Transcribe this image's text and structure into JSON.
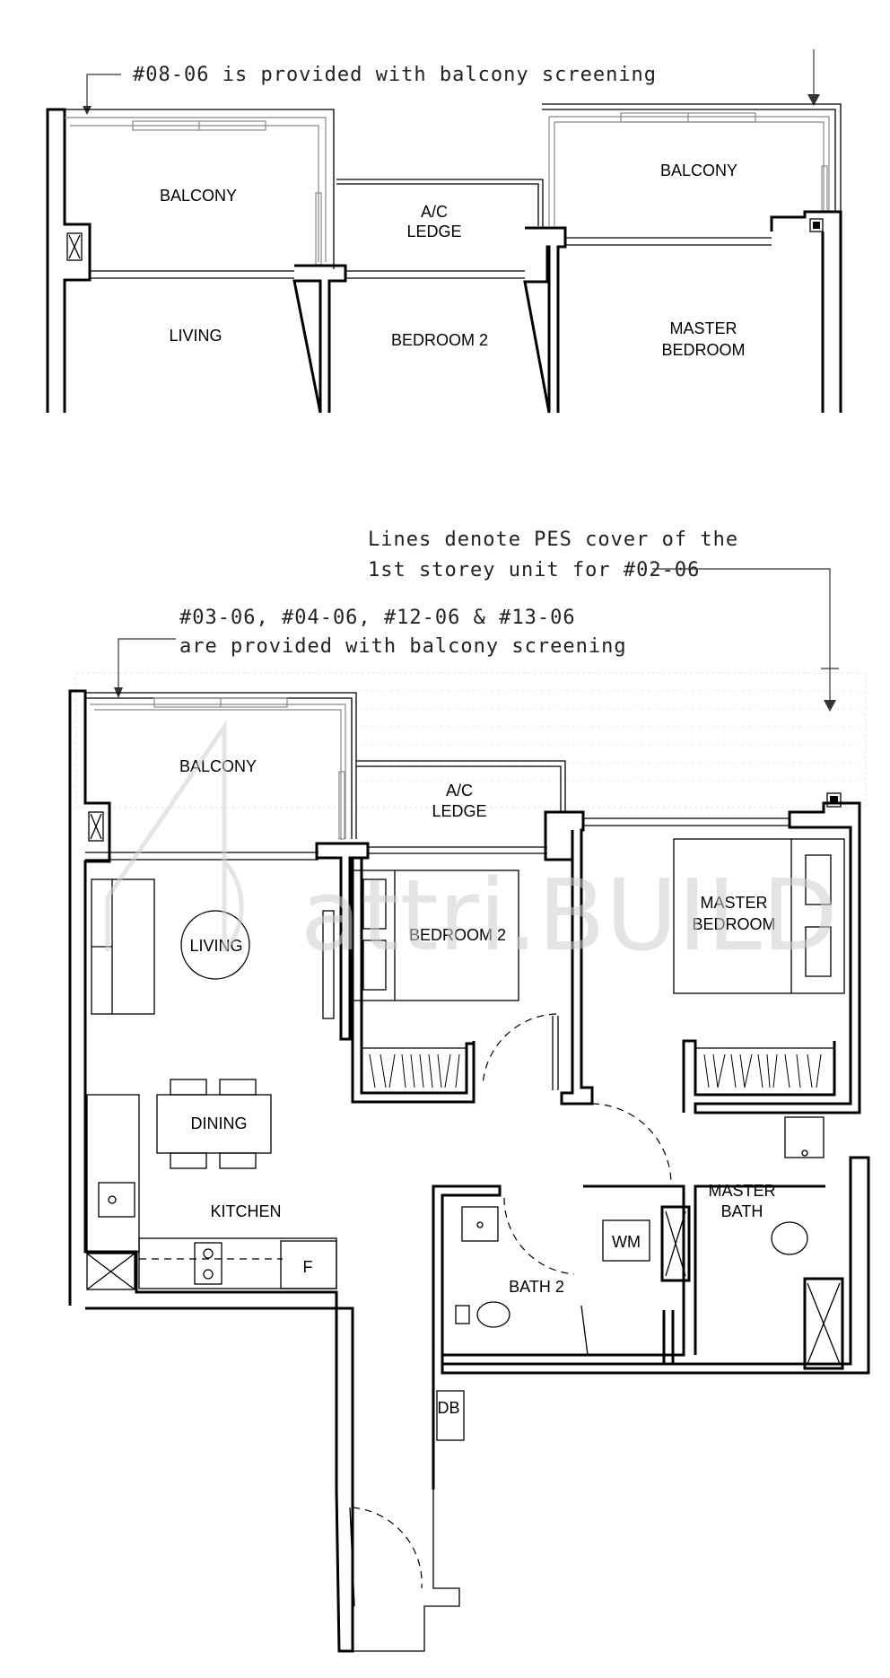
{
  "notes": {
    "top_screening": "#08-06 is provided with balcony screening",
    "pes_line1": "Lines denote PES cover of the",
    "pes_line2": "1st storey unit for #02-06",
    "screening_line1": "#03-06, #04-06, #12-06 & #13-06",
    "screening_line2": "are provided with balcony screening"
  },
  "top_plan": {
    "balcony_left": "BALCONY",
    "ac_ledge_line1": "A/C",
    "ac_ledge_line2": "LEDGE",
    "balcony_right": "BALCONY",
    "living": "LIVING",
    "bedroom2": "BEDROOM 2",
    "master_line1": "MASTER",
    "master_line2": "BEDROOM"
  },
  "main_plan": {
    "balcony": "BALCONY",
    "ac_ledge_line1": "A/C",
    "ac_ledge_line2": "LEDGE",
    "living": "LIVING",
    "bedroom2": "BEDROOM 2",
    "master_line1": "MASTER",
    "master_line2": "BEDROOM",
    "dining": "DINING",
    "kitchen": "KITCHEN",
    "fridge": "F",
    "wm": "WM",
    "master_bath_line1": "MASTER",
    "master_bath_line2": "BATH",
    "bath2": "BATH 2",
    "db": "DB"
  },
  "watermark": "attri.BUILD"
}
